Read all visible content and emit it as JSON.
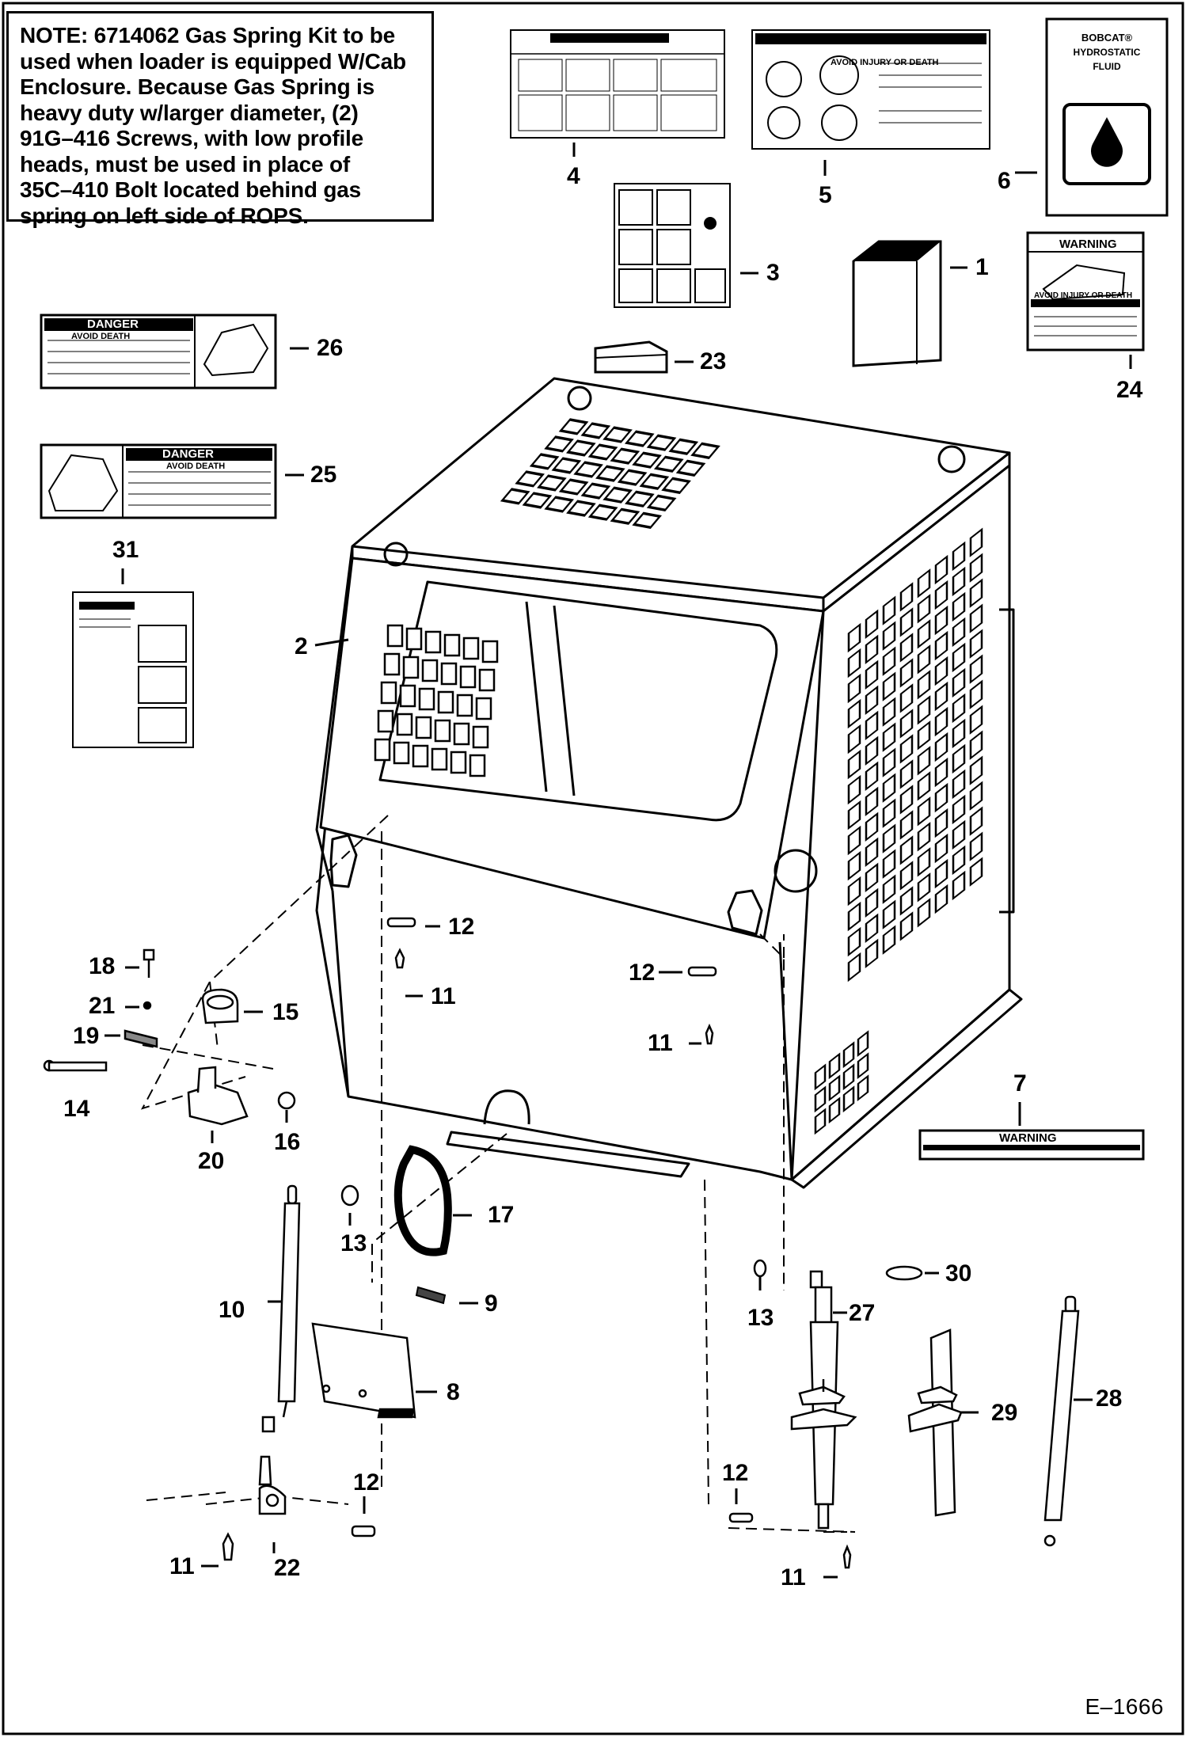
{
  "note": {
    "lines": [
      "NOTE: 6714062 Gas Spring Kit to be",
      "used when loader is equipped W/Cab",
      "Enclosure. Because Gas Spring is",
      "heavy duty w/larger diameter, (2)",
      "91G–416 Screws, with low profile",
      "heads, must be used in place of",
      "35C–410 Bolt located behind gas",
      "spring on left side of ROPS."
    ]
  },
  "decals": {
    "danger_label": "DANGER",
    "warning_label": "WARNING",
    "avoid_death": "AVOID DEATH",
    "avoid_injury_death": "AVOID INJURY OR DEATH",
    "bobcat_title": "BOBCAT®",
    "bobcat_line2": "HYDROSTATIC",
    "bobcat_line3": "FLUID"
  },
  "callouts": {
    "c1": "1",
    "c2": "2",
    "c3": "3",
    "c4": "4",
    "c5": "5",
    "c6": "6",
    "c7": "7",
    "c8": "8",
    "c9": "9",
    "c10": "10",
    "c11a": "11",
    "c11b": "11",
    "c11c": "11",
    "c11d": "11",
    "c12a": "12",
    "c12b": "12",
    "c12c": "12",
    "c12d": "12",
    "c13a": "13",
    "c13b": "13",
    "c14": "14",
    "c15": "15",
    "c16": "16",
    "c17": "17",
    "c18": "18",
    "c19": "19",
    "c20": "20",
    "c21": "21",
    "c22": "22",
    "c23": "23",
    "c24": "24",
    "c25": "25",
    "c26": "26",
    "c27": "27",
    "c28": "28",
    "c29": "29",
    "c30": "30",
    "c31": "31"
  },
  "figure_id": "E–1666"
}
